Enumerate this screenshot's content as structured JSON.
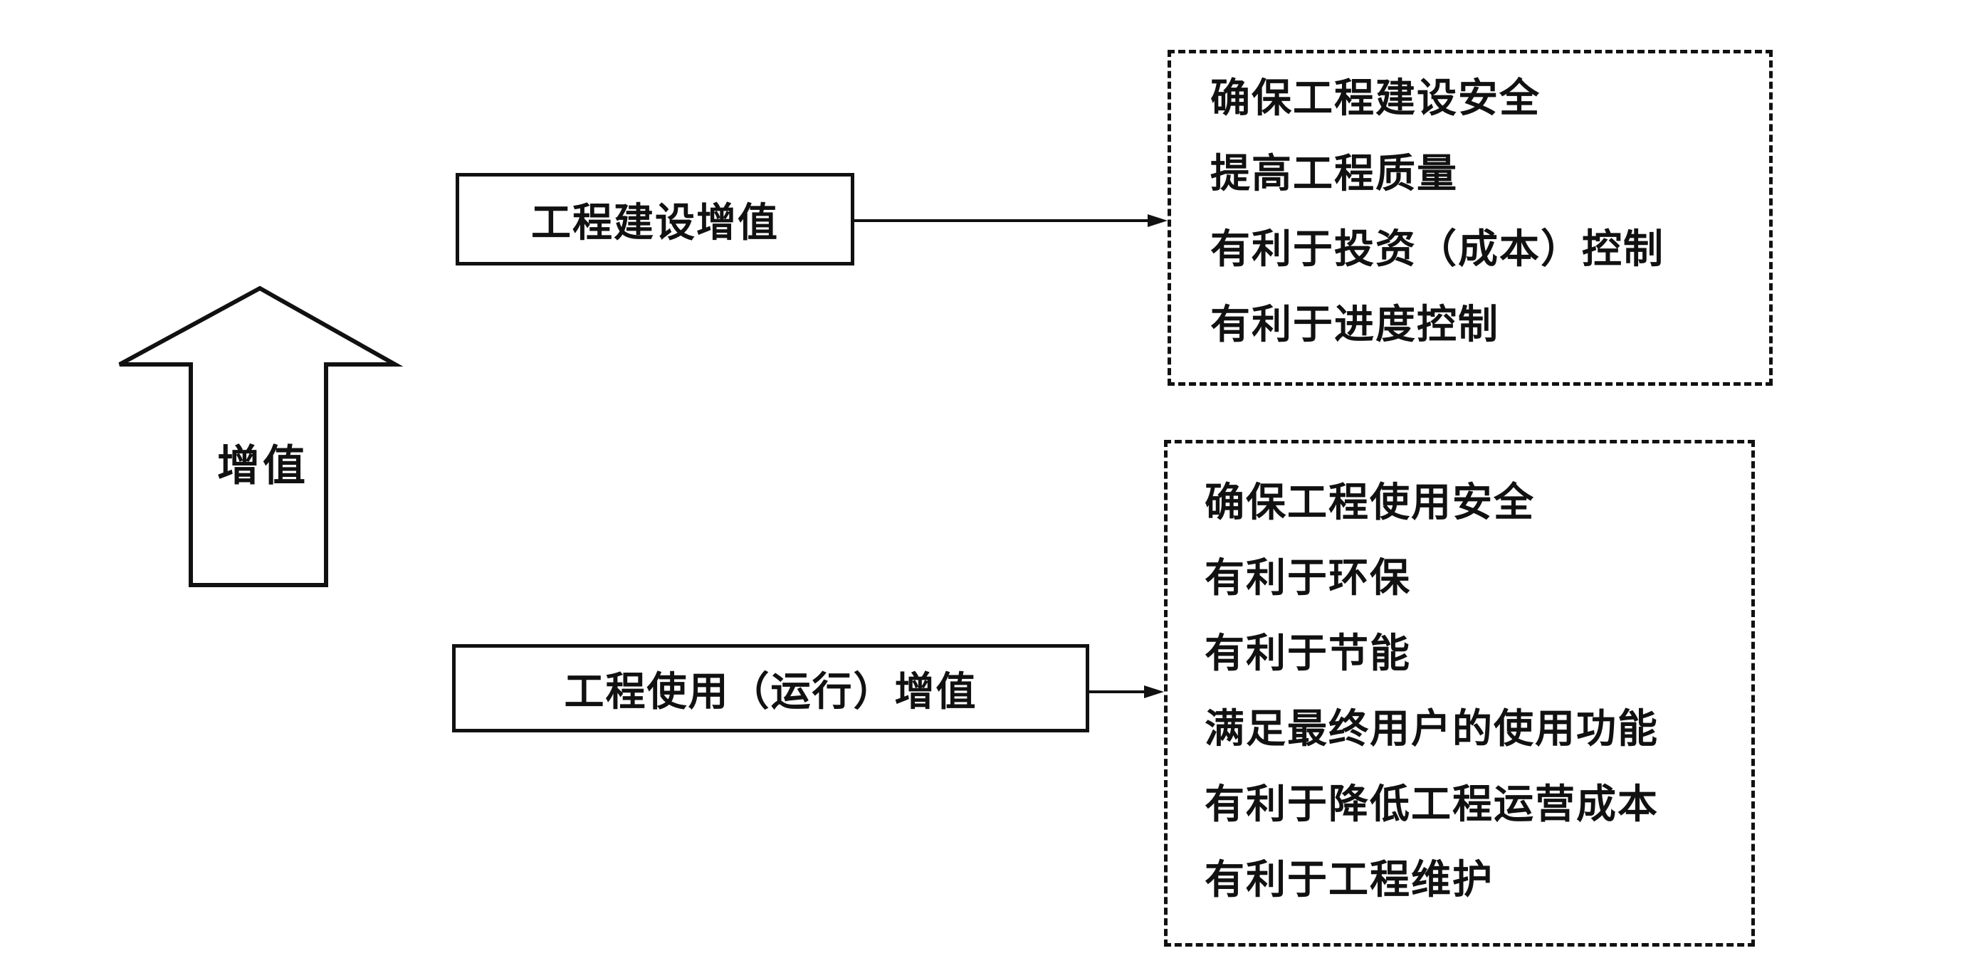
{
  "arrow": {
    "label": "增值"
  },
  "construction": {
    "title": "工程建设增值",
    "items": [
      "确保工程建设安全",
      "提高工程质量",
      "有利于投资（成本）控制",
      "有利于进度控制"
    ]
  },
  "operation": {
    "title": "工程使用（运行）增值",
    "items": [
      "确保工程使用安全",
      "有利于环保",
      "有利于节能",
      "满足最终用户的使用功能",
      "有利于降低工程运营成本",
      "有利于工程维护"
    ]
  }
}
